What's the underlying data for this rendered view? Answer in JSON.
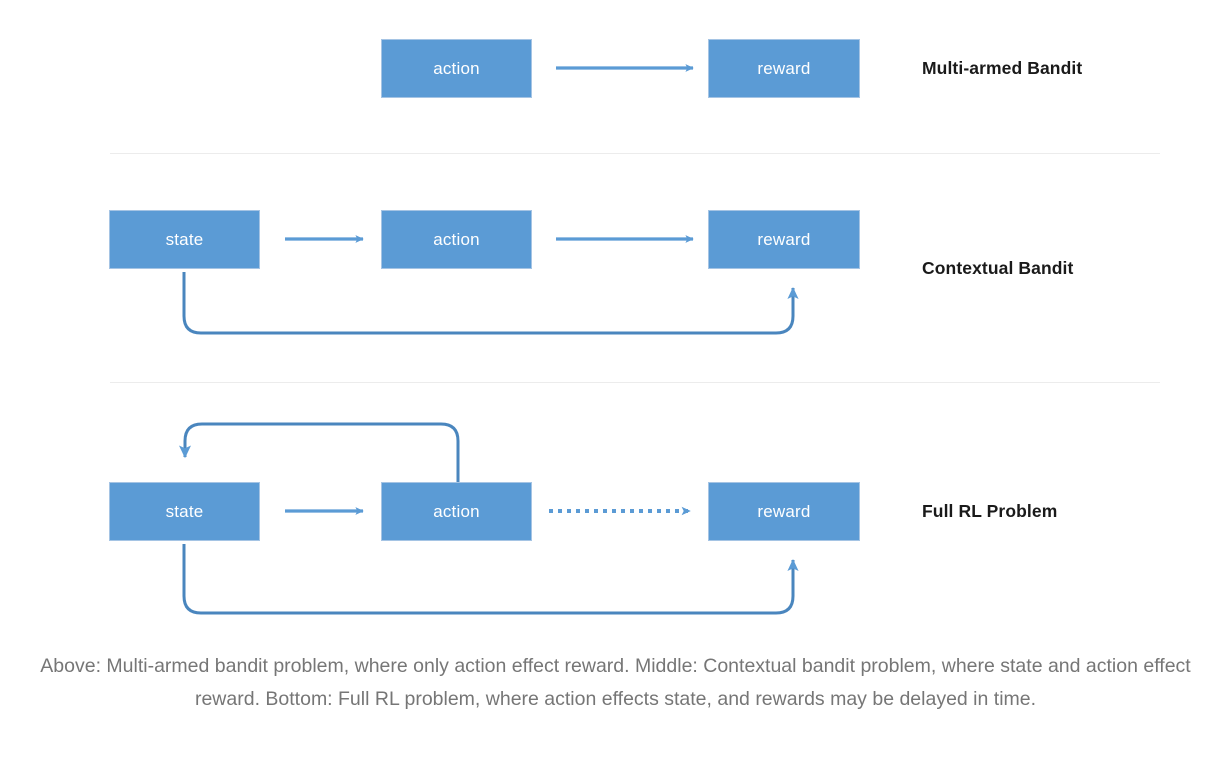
{
  "figure": {
    "rows": [
      {
        "id": "multi-armed-bandit",
        "label": "Multi-armed Bandit",
        "nodes": [
          {
            "id": "action",
            "label": "action"
          },
          {
            "id": "reward",
            "label": "reward"
          }
        ],
        "edges": [
          {
            "from": "action",
            "to": "reward",
            "style": "solid",
            "kind": "straight"
          }
        ]
      },
      {
        "id": "contextual-bandit",
        "label": "Contextual Bandit",
        "nodes": [
          {
            "id": "state",
            "label": "state"
          },
          {
            "id": "action",
            "label": "action"
          },
          {
            "id": "reward",
            "label": "reward"
          }
        ],
        "edges": [
          {
            "from": "state",
            "to": "action",
            "style": "solid",
            "kind": "straight"
          },
          {
            "from": "action",
            "to": "reward",
            "style": "solid",
            "kind": "straight"
          },
          {
            "from": "state",
            "to": "reward",
            "style": "solid",
            "kind": "loop-below"
          }
        ]
      },
      {
        "id": "full-rl-problem",
        "label": "Full RL Problem",
        "nodes": [
          {
            "id": "state",
            "label": "state"
          },
          {
            "id": "action",
            "label": "action"
          },
          {
            "id": "reward",
            "label": "reward"
          }
        ],
        "edges": [
          {
            "from": "state",
            "to": "action",
            "style": "solid",
            "kind": "straight"
          },
          {
            "from": "action",
            "to": "reward",
            "style": "dotted",
            "kind": "straight"
          },
          {
            "from": "action",
            "to": "state",
            "style": "solid",
            "kind": "loop-above"
          },
          {
            "from": "state",
            "to": "reward",
            "style": "solid",
            "kind": "loop-below"
          }
        ]
      }
    ],
    "caption": "Above: Multi-armed bandit problem, where only action effect reward. Middle: Contextual bandit problem, where state and action effect reward. Bottom: Full RL problem, where action effects state, and rewards may be delayed in time.",
    "colors": {
      "box_fill": "#5B9BD5",
      "box_border": "#A5C4E4",
      "box_text": "#FFFFFF",
      "arrow": "#5B9BD5",
      "loop_arrow": "#4A86BE",
      "label_text": "#1A1A1A",
      "caption_text": "#767676",
      "separator": "#ECECEC",
      "background": "#FFFFFF"
    }
  }
}
